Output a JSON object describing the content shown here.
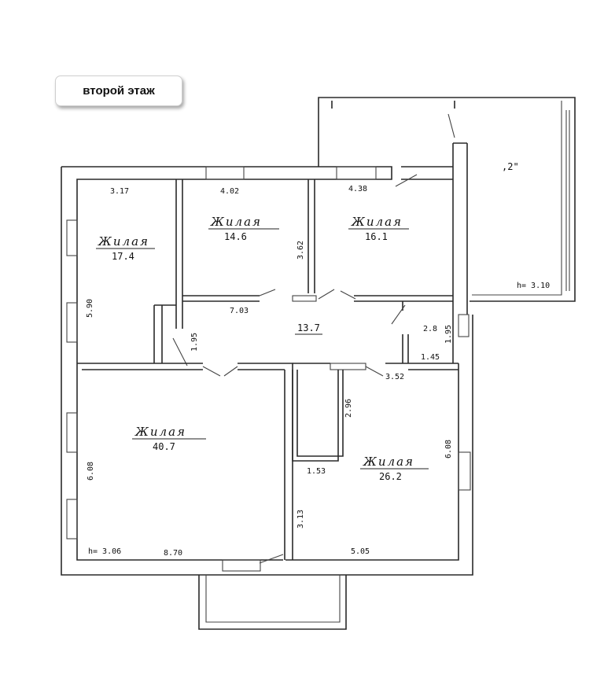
{
  "header": {
    "floor_label": "второй этаж"
  },
  "rooms": [
    {
      "id": "r1",
      "name": "Жилая",
      "area": "17.4"
    },
    {
      "id": "r2",
      "name": "Жилая",
      "area": "14.6"
    },
    {
      "id": "r3",
      "name": "Жилая",
      "area": "16.1"
    },
    {
      "id": "r4",
      "name": "",
      "area": "13.7"
    },
    {
      "id": "r5",
      "name": "Жилая",
      "area": "40.7"
    },
    {
      "id": "r6",
      "name": "Жилая",
      "area": "26.2"
    },
    {
      "id": "r7",
      "name": "",
      "area": ",2\""
    }
  ],
  "dimensions": {
    "d1": "3.17",
    "d2": "4.02",
    "d3": "4.38",
    "d4": "3.62",
    "d5": "5.90",
    "d6": "7.03",
    "d7": "1.95",
    "d8": "2.8",
    "d9": "1.95",
    "d10": "1.45",
    "d11": "3.52",
    "d12": "2.96",
    "d13": "6.08",
    "d14": "6.08",
    "d15": "1.53",
    "d16": "3.13",
    "d17": "8.70",
    "d18": "5.05"
  },
  "heights": {
    "h_main": "h= 3.06",
    "h_extension": "h= 3.10"
  }
}
